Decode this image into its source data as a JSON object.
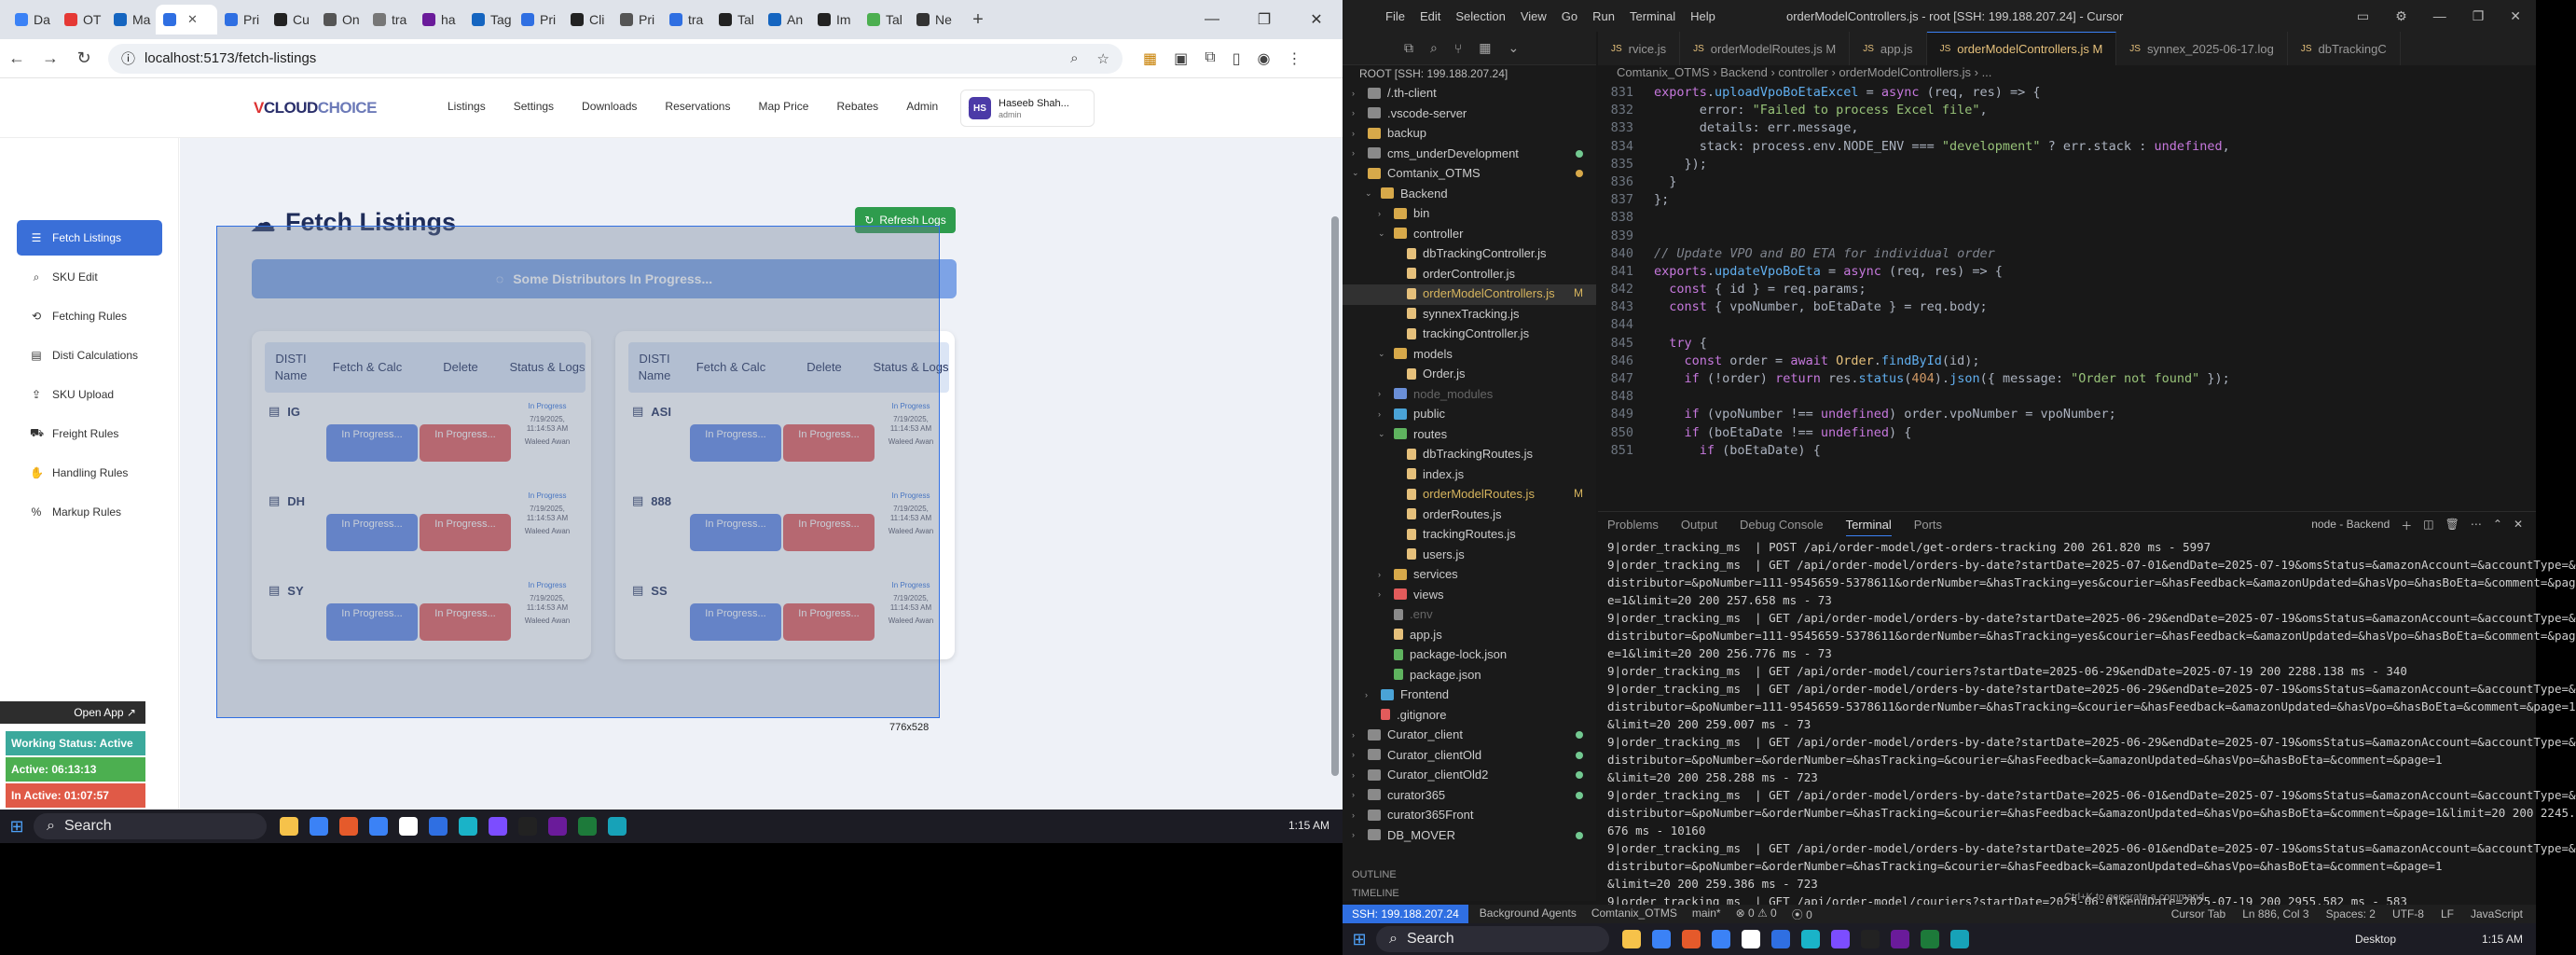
{
  "browser": {
    "tabs": [
      "Da",
      "OT",
      "Ma",
      "",
      "Pri",
      "Cu",
      "On",
      "tra",
      "ha",
      "Tag",
      "Pri",
      "Cli",
      "Pri",
      "tra",
      "Tal",
      "An",
      "Im",
      "Tal",
      "Ne"
    ],
    "tab_colors": [
      "#3b82f6",
      "#e53935",
      "#1565c0",
      "#2f6fe2",
      "#2f6fe2",
      "#222",
      "#555",
      "#777",
      "#6a1b9a",
      "#1565c0",
      "#2f6fe2",
      "#222",
      "#555",
      "#2f6fe2",
      "#222",
      "#1565c0",
      "#222",
      "#4caf50",
      "#333"
    ],
    "url": "localhost:5173/fetch-listings"
  },
  "app": {
    "logo": {
      "v": "V",
      "cloud": "CLOUD",
      "choice": "CHOICE"
    },
    "nav": [
      "Listings",
      "Settings",
      "Downloads",
      "Reservations",
      "Map Price",
      "Rebates",
      "Admin"
    ],
    "user": {
      "initials": "HS",
      "name": "Haseeb Shah...",
      "role": "admin"
    },
    "sidebar": [
      "Fetch Listings",
      "SKU Edit",
      "Fetching Rules",
      "Disti Calculations",
      "SKU Upload",
      "Freight Rules",
      "Handling Rules",
      "Markup Rules"
    ],
    "page_title": "Fetch Listings",
    "refresh_label": "Refresh Logs",
    "progress_label": "Some Distributors In Progress...",
    "table_headers": {
      "disti": "DISTI Name",
      "fetch": "Fetch & Calc",
      "delete": "Delete",
      "status": "Status & Logs"
    },
    "btn_text": "In Progress...",
    "status_ip": "In Progress",
    "status_date": "7/19/2025, 11:14:53 AM",
    "status_user": "Waleed Awan",
    "left_table": [
      "IG",
      "DH",
      "SY"
    ],
    "right_table": [
      "ASI",
      "888",
      "SS"
    ],
    "dimension": "776x528"
  },
  "widget": {
    "open_app": "Open App ↗",
    "working": "Working Status: Active",
    "active": "Active: 06:13:13",
    "inactive": "In Active: 01:07:57"
  },
  "taskbar": {
    "search": "Search",
    "time": "1:15 AM"
  },
  "editor": {
    "menu": [
      "File",
      "Edit",
      "Selection",
      "View",
      "Go",
      "Run",
      "Terminal",
      "Help"
    ],
    "title": "orderModelControllers.js - root [SSH: 199.188.207.24] - Cursor",
    "root": "ROOT [SSH: 199.188.207.24]",
    "tabs": [
      "rvice.js",
      "orderModelRoutes.js M",
      "app.js",
      "orderModelControllers.js M",
      "synnex_2025-06-17.log",
      "dbTrackingC"
    ],
    "breadcrumb": "Comtanix_OTMS › Backend › controller › orderModelControllers.js › ...",
    "tree": [
      "/.th-client",
      ".vscode-server",
      "backup",
      "cms_underDevelopment",
      "Comtanix_OTMS",
      "Backend",
      "bin",
      "controller",
      "dbTrackingController.js",
      "orderController.js",
      "orderModelControllers.js",
      "synnexTracking.js",
      "trackingController.js",
      "models",
      "Order.js",
      "node_modules",
      "public",
      "routes",
      "dbTrackingRoutes.js",
      "index.js",
      "orderModelRoutes.js",
      "orderRoutes.js",
      "trackingRoutes.js",
      "users.js",
      "services",
      "views",
      ".env",
      "app.js",
      "package-lock.json",
      "package.json",
      "Frontend",
      ".gitignore",
      "Curator_client",
      "Curator_clientOld",
      "Curator_clientOld2",
      "curator365",
      "curator365Front",
      "DB_MOVER"
    ],
    "outline": "OUTLINE",
    "timeline": "TIMELINE",
    "line_numbers": [
      "831",
      "832",
      "833",
      "834",
      "835",
      "836",
      "837",
      "838",
      "839",
      "840",
      "841",
      "842",
      "843",
      "844",
      "845",
      "846",
      "847",
      "848",
      "849",
      "850",
      "851"
    ],
    "panel_tabs": [
      "Problems",
      "Output",
      "Debug Console",
      "Terminal",
      "Ports"
    ],
    "terminal_label": "node - Backend",
    "terminal_lines": [
      "9|order_tracking_ms  | POST /api/order-model/get-orders-tracking 200 261.820 ms - 5997",
      "9|order_tracking_ms  | GET /api/order-model/orders-by-date?startDate=2025-07-01&endDate=2025-07-19&omsStatus=&amazonAccount=&accountType=&",
      "distributor=&poNumber=111-9545659-5378611&orderNumber=&hasTracking=yes&courier=&hasFeedback=&amazonUpdated=&hasVpo=&hasBoEta=&comment=&pag",
      "e=1&limit=20 200 257.658 ms - 73",
      "9|order_tracking_ms  | GET /api/order-model/orders-by-date?startDate=2025-06-29&endDate=2025-07-19&omsStatus=&amazonAccount=&accountType=&",
      "distributor=&poNumber=111-9545659-5378611&orderNumber=&hasTracking=yes&courier=&hasFeedback=&amazonUpdated=&hasVpo=&hasBoEta=&comment=&pag",
      "e=1&limit=20 200 256.776 ms - 73",
      "9|order_tracking_ms  | GET /api/order-model/couriers?startDate=2025-06-29&endDate=2025-07-19 200 2288.138 ms - 340",
      "9|order_tracking_ms  | GET /api/order-model/orders-by-date?startDate=2025-06-29&endDate=2025-07-19&omsStatus=&amazonAccount=&accountType=&",
      "distributor=&poNumber=111-9545659-5378611&orderNumber=&hasTracking=&courier=&hasFeedback=&amazonUpdated=&hasVpo=&hasBoEta=&comment=&page=1",
      "&limit=20 200 259.007 ms - 73",
      "9|order_tracking_ms  | GET /api/order-model/orders-by-date?startDate=2025-06-29&endDate=2025-07-19&omsStatus=&amazonAccount=&accountType=&",
      "distributor=&poNumber=&orderNumber=&hasTracking=&courier=&hasFeedback=&amazonUpdated=&hasVpo=&hasBoEta=&comment=&page=1",
      "&limit=20 200 258.288 ms - 723",
      "9|order_tracking_ms  | GET /api/order-model/orders-by-date?startDate=2025-06-01&endDate=2025-07-19&omsStatus=&amazonAccount=&accountType=&",
      "distributor=&poNumber=&orderNumber=&hasTracking=&courier=&hasFeedback=&amazonUpdated=&hasVpo=&hasBoEta=&comment=&page=1&limit=20 200 2245.",
      "676 ms - 10160",
      "9|order_tracking_ms  | GET /api/order-model/orders-by-date?startDate=2025-06-01&endDate=2025-07-19&omsStatus=&amazonAccount=&accountType=&",
      "distributor=&poNumber=&orderNumber=&hasTracking=&courier=&hasFeedback=&amazonUpdated=&hasVpo=&hasBoEta=&comment=&page=1",
      "&limit=20 200 259.386 ms - 723",
      "9|order_tracking_ms  | GET /api/order-model/couriers?startDate=2025-06-01&endDate=2025-07-19 200 2955.582 ms - 583"
    ],
    "terminal_hint": "Ctrl+K to generate a command",
    "status": {
      "ssh": "SSH: 199.188.207.24",
      "agents": "Background Agents",
      "repo": "Comtanix_OTMS",
      "branch": "main*",
      "errors": "⊗ 0 ⚠ 0",
      "ports": "⦿ 0",
      "cursor_tab": "Cursor Tab",
      "pos": "Ln 886, Col 3",
      "spaces": "Spaces: 2",
      "enc": "UTF-8",
      "eol": "LF",
      "lang": "JavaScript"
    },
    "tb_desktop": "Desktop",
    "tb_time": "1:15 AM"
  }
}
